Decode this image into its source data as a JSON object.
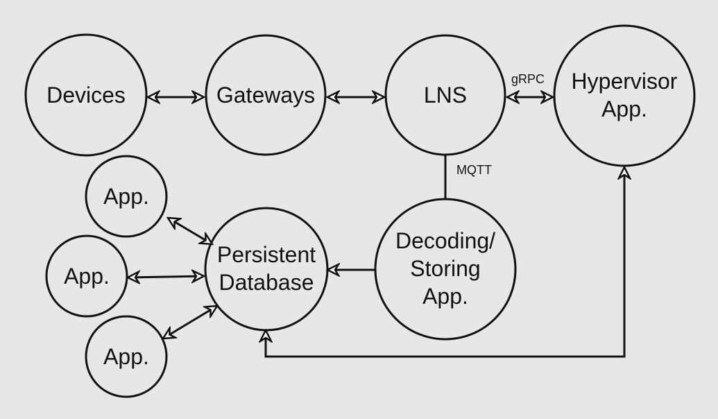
{
  "background": "#e7e7e7",
  "stroke_color": "#111111",
  "nodes": {
    "devices": {
      "label": "Devices"
    },
    "gateways": {
      "label": "Gateways"
    },
    "lns": {
      "label": "LNS"
    },
    "hypervisor": {
      "line1": "Hypervisor",
      "line2": "App."
    },
    "app1": {
      "label": "App."
    },
    "app2": {
      "label": "App."
    },
    "app3": {
      "label": "App."
    },
    "database": {
      "line1": "Persistent",
      "line2": "Database"
    },
    "decoding": {
      "line1": "Decoding/",
      "line2": "Storing",
      "line3": "App."
    }
  },
  "edges": {
    "lns_hypervisor": {
      "label": "gRPC"
    },
    "lns_decoding": {
      "label": "MQTT"
    }
  }
}
